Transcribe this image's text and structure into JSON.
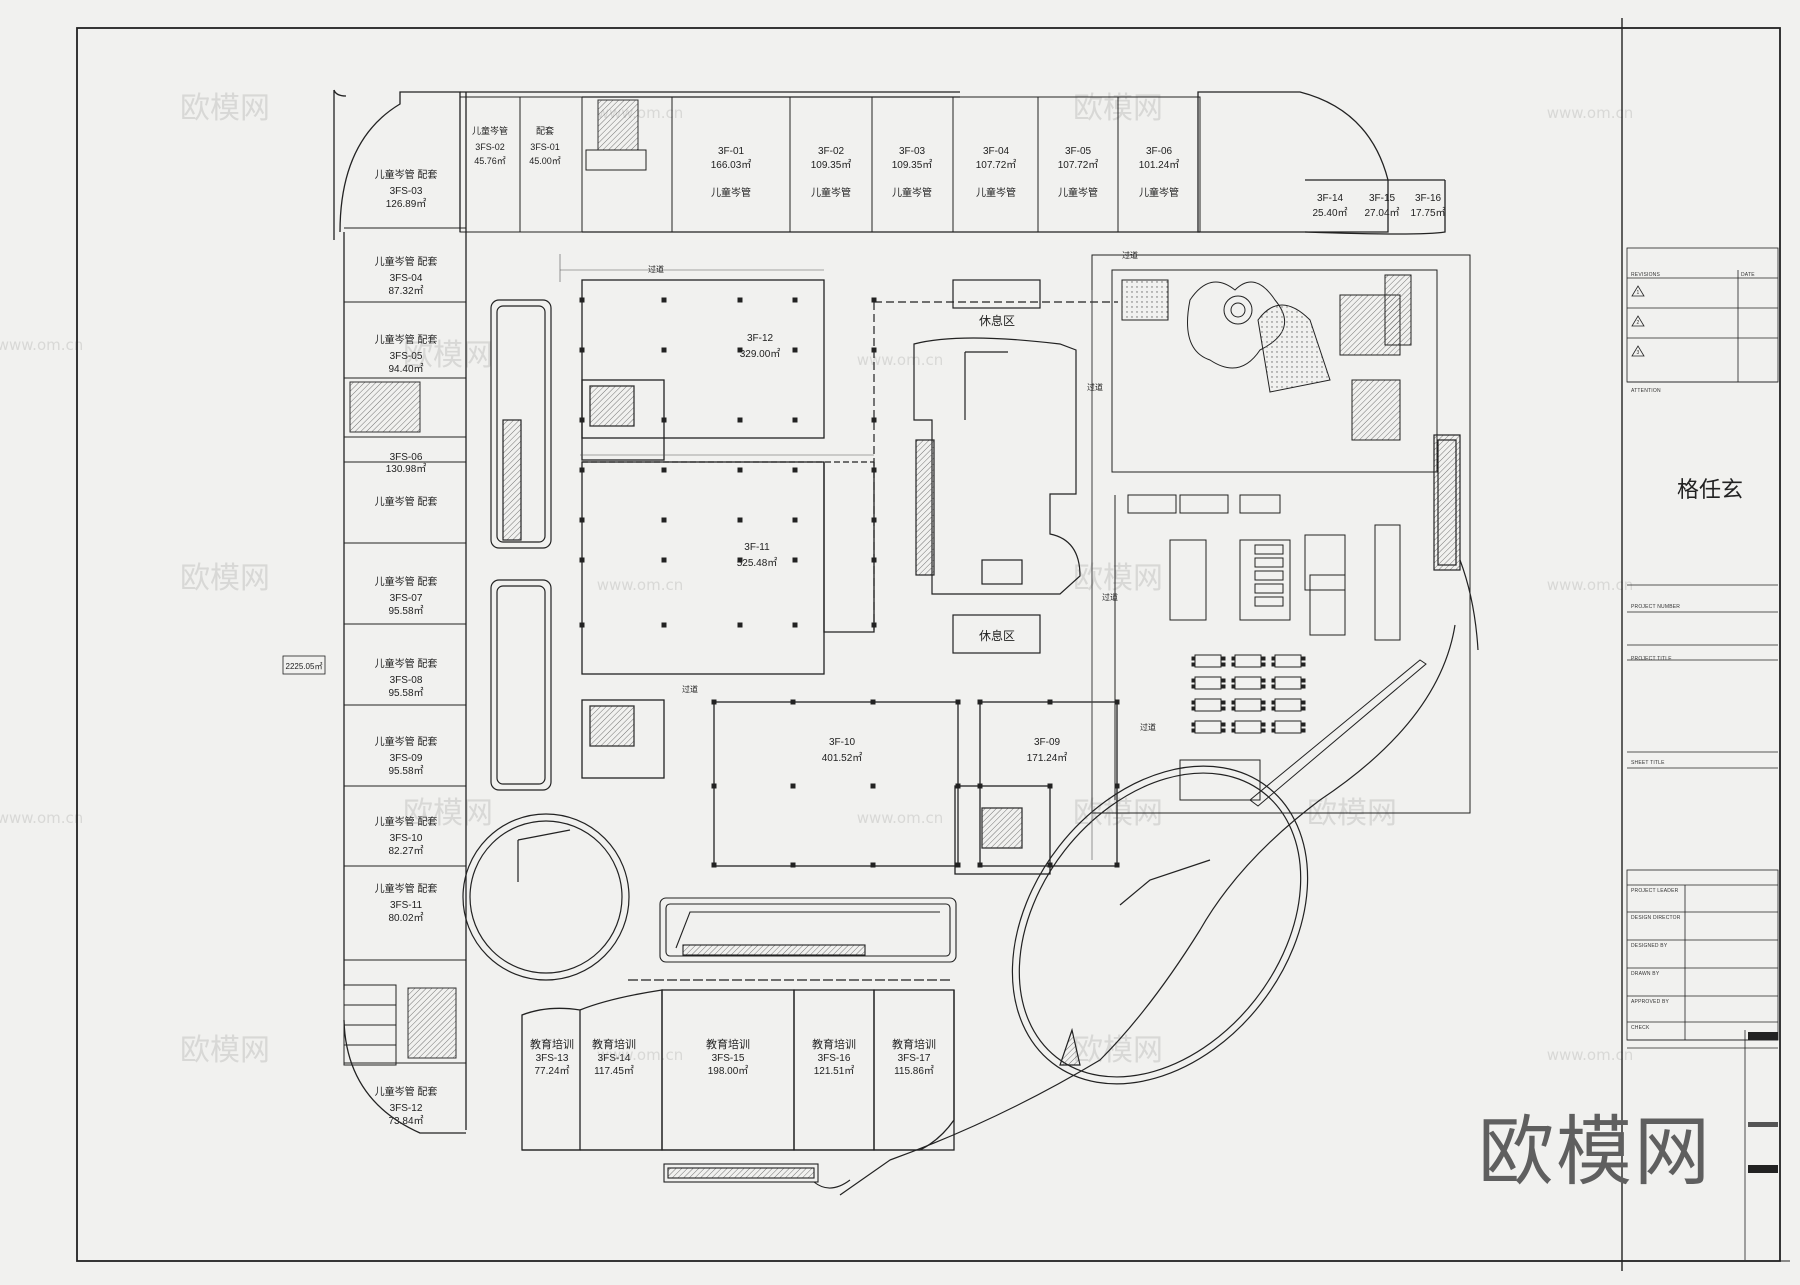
{
  "watermark": {
    "brand": "欧模网",
    "site": "www.om.cn"
  },
  "total_area": "2225.05㎡",
  "shops_top": [
    {
      "code": "3F-01",
      "area": "166.03㎡",
      "use": "儿童岑管"
    },
    {
      "code": "3F-02",
      "area": "109.35㎡",
      "use": "儿童岑管"
    },
    {
      "code": "3F-03",
      "area": "109.35㎡",
      "use": "儿童岑管"
    },
    {
      "code": "3F-04",
      "area": "107.72㎡",
      "use": "儿童岑管"
    },
    {
      "code": "3F-05",
      "area": "107.72㎡",
      "use": "儿童岑管"
    },
    {
      "code": "3F-06",
      "area": "101.24㎡",
      "use": "儿童岑管"
    }
  ],
  "shops_topleft": [
    {
      "code": "3FS-02",
      "area": "45.76㎡",
      "use": "儿童岑管"
    },
    {
      "code": "3FS-01",
      "area": "45.00㎡",
      "use": "配套"
    }
  ],
  "shops_left": [
    {
      "use": "儿童岑管 配套",
      "code": "3FS-03",
      "area": "126.89㎡"
    },
    {
      "use": "儿童岑管 配套",
      "code": "3FS-04",
      "area": "87.32㎡"
    },
    {
      "use": "儿童岑管 配套",
      "code": "3FS-05",
      "area": "94.40㎡"
    },
    {
      "use": "",
      "code": "3FS-06",
      "area": "130.98㎡"
    },
    {
      "use": "儿童岑管 配套",
      "code": "",
      "area": ""
    },
    {
      "use": "儿童岑管 配套",
      "code": "3FS-07",
      "area": "95.58㎡"
    },
    {
      "use": "儿童岑管 配套",
      "code": "3FS-08",
      "area": "95.58㎡"
    },
    {
      "use": "儿童岑管 配套",
      "code": "3FS-09",
      "area": "95.58㎡"
    },
    {
      "use": "儿童岑管 配套",
      "code": "3FS-10",
      "area": "82.27㎡"
    },
    {
      "use": "儿童岑管 配套",
      "code": "3FS-11",
      "area": "80.02㎡"
    },
    {
      "use": "儿童岑管 配套",
      "code": "3FS-12",
      "area": "73.84㎡"
    }
  ],
  "shops_small_right": [
    {
      "code": "3F-14",
      "area": "25.40㎡"
    },
    {
      "code": "3F-15",
      "area": "27.04㎡"
    },
    {
      "code": "3F-16",
      "area": "17.75㎡"
    }
  ],
  "anchors": [
    {
      "code": "3F-12",
      "area": "329.00㎡"
    },
    {
      "code": "3F-11",
      "area": "525.48㎡"
    },
    {
      "code": "3F-10",
      "area": "401.52㎡"
    },
    {
      "code": "3F-09",
      "area": "171.24㎡"
    }
  ],
  "rest_area": "休息区",
  "edu_shops": [
    {
      "use": "教育培训",
      "code": "3FS-13",
      "area": "77.24㎡"
    },
    {
      "use": "教育培训",
      "code": "3FS-14",
      "area": "117.45㎡"
    },
    {
      "use": "教育培训",
      "code": "3FS-15",
      "area": "198.00㎡"
    },
    {
      "use": "教育培训",
      "code": "3FS-16",
      "area": "121.51㎡"
    },
    {
      "use": "教育培训",
      "code": "3FS-17",
      "area": "115.86㎡"
    }
  ],
  "corridor": "过道",
  "title_block": {
    "revisions": "REVISIONS",
    "date": "DATE",
    "rev_marks": [
      "1",
      "2",
      "3"
    ],
    "attention": "ATTENTION",
    "client": "格任玄",
    "project_number": "PROJECT NUMBER",
    "project_title": "PROJECT TITLE",
    "sheet_title": "SHEET TITLE",
    "fields": [
      "PROJECT LEADER",
      "DESIGN DIRECTOR",
      "DESIGNED BY",
      "DRAWN BY",
      "APPROVED BY",
      "CHECK"
    ]
  }
}
